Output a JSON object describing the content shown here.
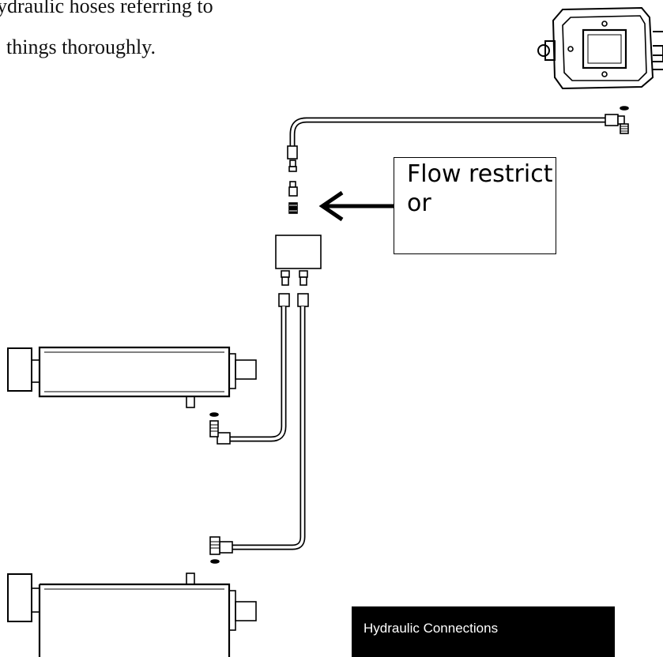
{
  "intro": {
    "line1": "ydraulic hoses referring to",
    "line2": "things thoroughly."
  },
  "callout": {
    "label": "Flow restrictor"
  },
  "caption": {
    "label": "Hydraulic Connections"
  },
  "colors": {
    "line": "#000000",
    "hose_fill": "#ffffff",
    "caption_bg": "#000000",
    "caption_text": "#ffffff"
  }
}
